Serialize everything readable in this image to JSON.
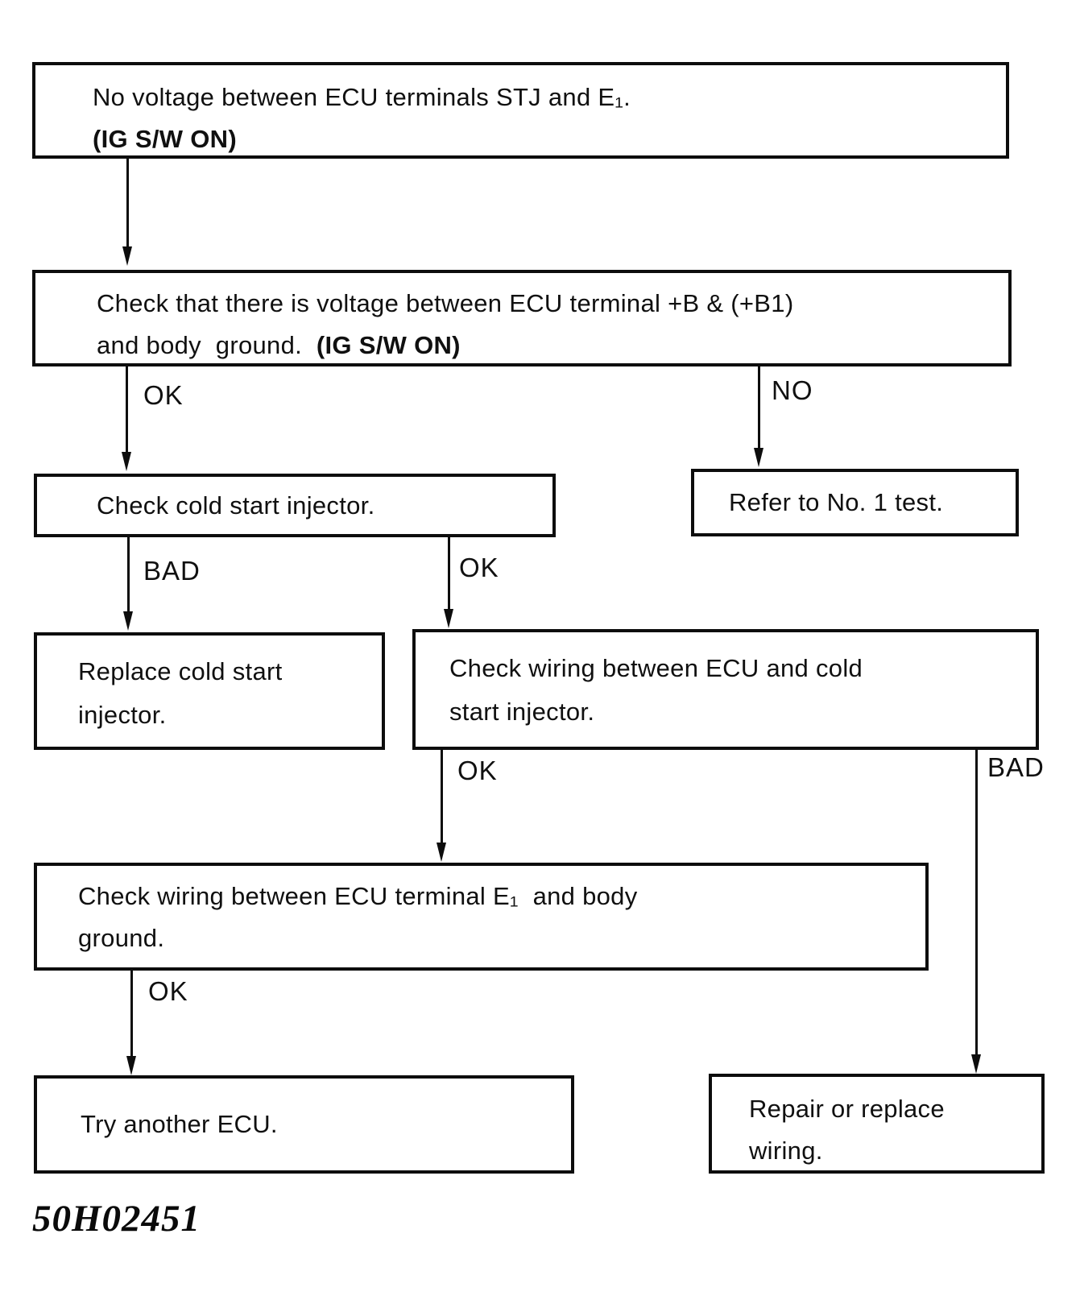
{
  "colors": {
    "ink": "#0d0d0d",
    "paper": "#ffffff"
  },
  "boxes": {
    "box1": {
      "line1": "No voltage between ECU terminals STJ and E₁.",
      "line2_bold": "(IG S/W ON)"
    },
    "box2": {
      "line1": "Check that there is voltage between ECU terminal +B & (+B1)",
      "line2": "and body  ground.  ",
      "line2_bold": "(IG S/W ON)"
    },
    "box3l": {
      "text": "Check cold start injector."
    },
    "box3r": {
      "text": "Refer to No. 1 test."
    },
    "box4l": {
      "line1": "Replace cold start",
      "line2": "injector."
    },
    "box4r": {
      "line1": "Check wiring between ECU and cold",
      "line2": "start injector."
    },
    "box5": {
      "line1": "Check wiring between ECU terminal E₁  and body",
      "line2": "ground."
    },
    "box6l": {
      "text": "Try another ECU."
    },
    "box6r": {
      "line1": "Repair or replace",
      "line2": "wiring."
    }
  },
  "edge_labels": {
    "ok1": "OK",
    "no1": "NO",
    "bad1": "BAD",
    "ok2": "OK",
    "ok3": "OK",
    "bad2": "BAD",
    "ok4": "OK"
  },
  "footer": {
    "code": "50H02451"
  }
}
